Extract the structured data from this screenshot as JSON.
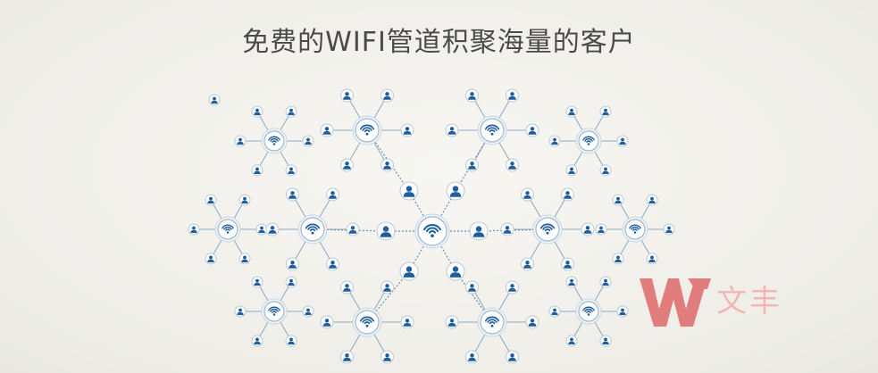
{
  "title": "免费的WIFI管道积聚海量的客户",
  "colors": {
    "user": "#1f5d9e",
    "hub_fill": "#ffffff",
    "hub_ring": "#c8d7e6",
    "wifi": "#1f5d9e",
    "link": "#8ea7c2",
    "center_link": "#6e8fb3",
    "logo": "#e06a6a"
  },
  "icons": {
    "hub": "wifi-icon",
    "node": "user-icon",
    "logo": "watermark-logo"
  },
  "watermark": {
    "text": "文丰",
    "sub": ""
  }
}
